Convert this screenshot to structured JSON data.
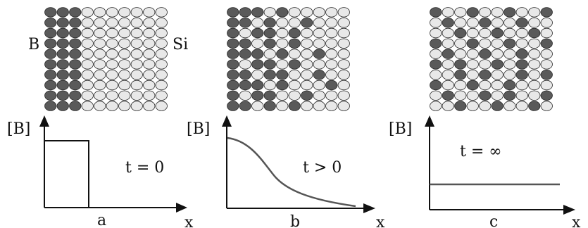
{
  "panels": [
    {
      "id": "a",
      "caption": "a",
      "y_label": "[B]",
      "x_label": "x",
      "time_label": "t = 0",
      "left_label": "B",
      "right_label": "Si",
      "lattice": [
        "BBBWWWWWWW",
        "BBBWWWWWWW",
        "BBBWWWWWWW",
        "BBBWWWWWWW",
        "BBBWWWWWWW",
        "BBBWWWWWWW",
        "BBBWWWWWWW",
        "BBBWWWWWWW",
        "BBBWWWWWWW",
        "BBBWWWWWWW"
      ]
    },
    {
      "id": "b",
      "caption": "b",
      "y_label": "[B]",
      "x_label": "x",
      "time_label": "t > 0",
      "lattice": [
        "BBBWBWWWWW",
        "BBWBWWBWWW",
        "BWBBWBWWWW",
        "BBWBWBWWWW",
        "BBBWBWWBWW",
        "BWBBWBWWWW",
        "BBWBBWWBWW",
        "BBBWBWWWBW",
        "BWBBWWBWWW",
        "BBWBWBWWWW"
      ]
    },
    {
      "id": "c",
      "caption": "c",
      "y_label": "[B]",
      "x_label": "x",
      "time_label": "t = ∞",
      "lattice": [
        "BWWBWWBWWB",
        "WBWWBWWBWW",
        "WWBWWBWWBW",
        "BWWBWWBWWB",
        "WBWWBWWBWW",
        "BWBWWBWBWW",
        "WWBWBWWBWB",
        "BWWBWWBWWW",
        "WBWWBWBWWB",
        "WWBWWBWWBW"
      ]
    }
  ],
  "colors": {
    "boron_atom": "#5a5a5a",
    "silicon_atom": "#e8e8e8",
    "atom_outline": "#2a2a2a",
    "line": "#111111",
    "curve": "#555555"
  }
}
